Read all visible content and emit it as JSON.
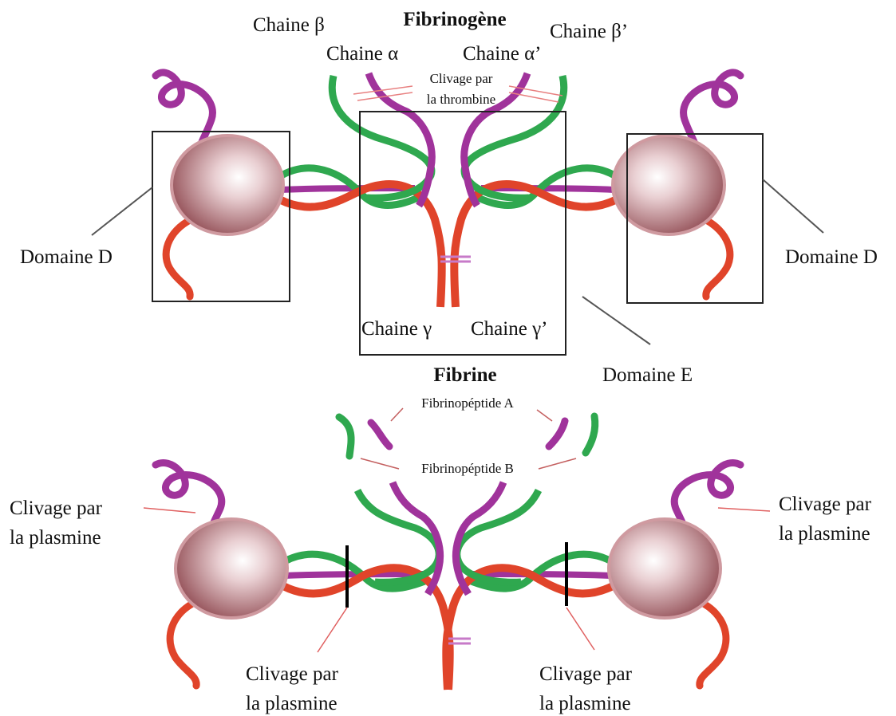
{
  "fibrinogen": {
    "title": "Fibrinogène",
    "chain_beta": "Chaine β",
    "chain_beta_prime": "Chaine β’",
    "chain_alpha": "Chaine α",
    "chain_alpha_prime": "Chaine α’",
    "thrombin_cleavage_line1": "Clivage par",
    "thrombin_cleavage_line2": "la thrombine",
    "domain_d_left": "Domaine D",
    "domain_d_right": "Domaine D",
    "chain_gamma": "Chaine γ",
    "chain_gamma_prime": "Chaine γ’",
    "domain_e": "Domaine E"
  },
  "fibrin": {
    "title": "Fibrine",
    "fibrinopeptide_a": "Fibrinopéptide A",
    "fibrinopeptide_b": "Fibrinopéptide B",
    "plasmin_top_left_line1": "Clivage par",
    "plasmin_top_left_line2": "la plasmine",
    "plasmin_top_right_line1": "Clivage par",
    "plasmin_top_right_line2": "la plasmine",
    "plasmin_bottom_left_line1": "Clivage par",
    "plasmin_bottom_left_line2": "la plasmine",
    "plasmin_bottom_right_line1": "Clivage par",
    "plasmin_bottom_right_line2": "la plasmine"
  },
  "colors": {
    "alpha_chain": "#2fa84f",
    "beta_chain": "#a0339b",
    "gamma_chain": "#e0442a",
    "globule": "#b57a80",
    "box": "#222222"
  }
}
